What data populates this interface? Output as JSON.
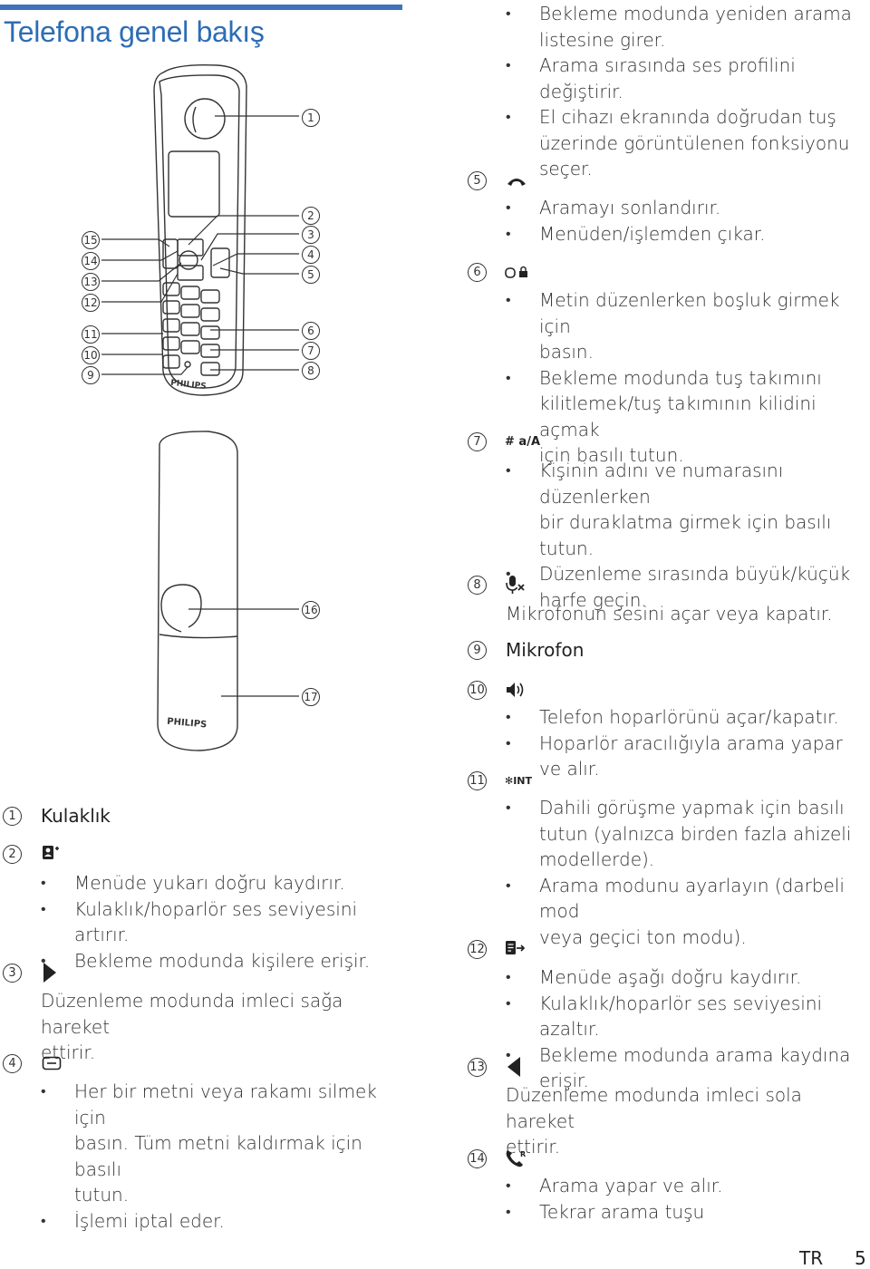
{
  "page": {
    "title": "Telefona genel bakış",
    "footer_lang": "TR",
    "footer_page": "5"
  },
  "figure": {
    "brand": "PHILIPS",
    "callouts": {
      "c1": "1",
      "c2": "2",
      "c3": "3",
      "c4": "4",
      "c5": "5",
      "c6": "6",
      "c7": "7",
      "c8": "8",
      "c9": "9",
      "c10": "10",
      "c11": "11",
      "c12": "12",
      "c13": "13",
      "c14": "14",
      "c15": "15",
      "c16": "16",
      "c17": "17"
    }
  },
  "left_items": {
    "i1": {
      "num": "1",
      "label": "Kulaklık"
    },
    "i2": {
      "num": "2",
      "icon": "contacts-volume-up-icon",
      "bullets": [
        "Menüde yukarı doğru kaydırır.",
        "Kulaklık/hoparlör ses seviyesini artırır.",
        "Bekleme modunda kişilere erişir."
      ]
    },
    "i3": {
      "num": "3",
      "icon": "right-arrow-icon",
      "text": [
        "Düzenleme modunda imleci sağa hareket",
        "ettirir."
      ]
    },
    "i4": {
      "num": "4",
      "icon": "clear-back-icon",
      "b1": [
        "Her bir metni veya rakamı silmek için",
        "basın. Tüm metni kaldırmak için basılı",
        "tutun."
      ],
      "b2": "İşlemi iptal eder."
    }
  },
  "right_items": {
    "top_bullets": {
      "b1": [
        "Bekleme modunda yeniden arama",
        "listesine girer."
      ],
      "b2": "Arama sırasında ses profilini değiştirir.",
      "b3": [
        "El cihazı ekranında doğrudan tuş",
        "üzerinde görüntülenen fonksiyonu",
        "seçer."
      ]
    },
    "i5": {
      "num": "5",
      "icon": "end-call-icon",
      "bullets": [
        "Aramayı sonlandırır.",
        "Menüden/işlemden çıkar."
      ]
    },
    "i6": {
      "num": "6",
      "icon": "zero-lock-key-icon",
      "b1": [
        "Metin düzenlerken boşluk girmek için",
        "basın."
      ],
      "b2": [
        "Bekleme modunda tuş takımını",
        "kilitlemek/tuş takımının kilidini açmak",
        "için basılı tutun."
      ]
    },
    "i7": {
      "num": "7",
      "icon": "hash-case-key-icon",
      "key_label": "# a/A",
      "b1": [
        "Kişinin adını ve numarasını düzenlerken",
        "bir duraklatma girmek için basılı tutun."
      ],
      "b2": [
        "Düzenleme sırasında büyük/küçük",
        "harfe geçin."
      ]
    },
    "i8": {
      "num": "8",
      "icon": "mute-microphone-icon",
      "text": "Mikrofonun sesini açar veya kapatır."
    },
    "i9": {
      "num": "9",
      "label": "Mikrofon"
    },
    "i10": {
      "num": "10",
      "icon": "speaker-icon",
      "bullets": [
        "Telefon hoparlörünü açar/kapatır.",
        "Hoparlör aracılığıyla arama yapar ve alır."
      ]
    },
    "i11": {
      "num": "11",
      "icon": "star-int-key-icon",
      "key_label": "✻INT",
      "b1": [
        "Dahili görüşme yapmak için basılı",
        "tutun (yalnızca birden fazla ahizeli",
        "modellerde)."
      ],
      "b2": [
        "Arama modunu ayarlayın (darbeli mod",
        "veya geçici ton modu)."
      ]
    },
    "i12": {
      "num": "12",
      "icon": "call-log-volume-down-icon",
      "bullets": [
        "Menüde aşağı doğru kaydırır.",
        "Kulaklık/hoparlör ses seviyesini azaltır.",
        "Bekleme modunda arama kaydına erişir."
      ]
    },
    "i13": {
      "num": "13",
      "icon": "left-arrow-icon",
      "text": [
        "Düzenleme modunda imleci sola hareket",
        "ettirir."
      ]
    },
    "i14": {
      "num": "14",
      "icon": "talk-redial-icon",
      "bullets": [
        "Arama yapar ve alır.",
        "Tekrar arama tuşu"
      ]
    }
  }
}
